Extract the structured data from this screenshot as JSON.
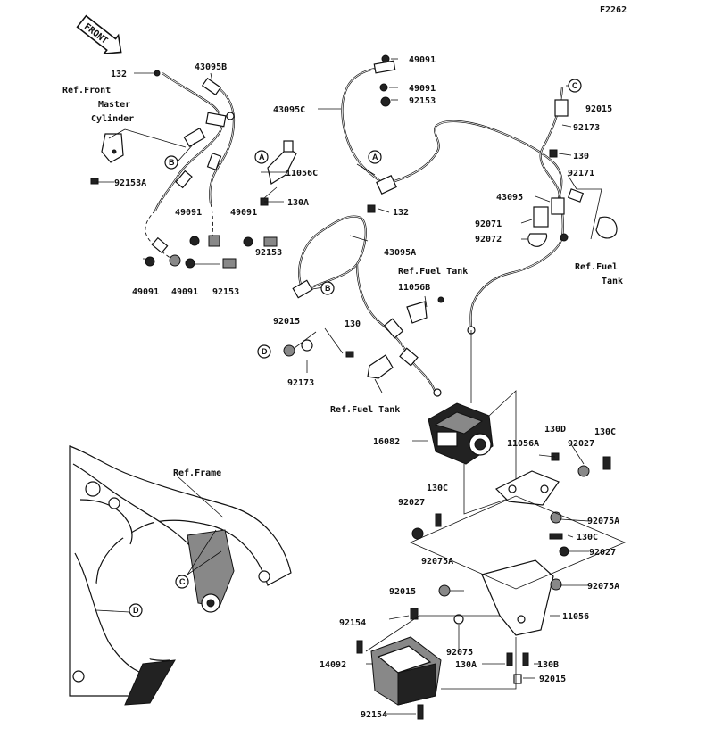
{
  "figure_code": "F2262",
  "front_badge": "FRONT",
  "callouts": {
    "p_132_top": "132",
    "p_43095B": "43095B",
    "ref_front_master": "Ref.Front\nMaster\nCylinder",
    "p_92153A": "92153A",
    "p_11056C": "11056C",
    "p_130A": "130A",
    "p_49091_a": "49091",
    "p_49091_b": "49091",
    "p_49091_c": "49091",
    "p_49091_d": "49091",
    "p_92153_left": "92153",
    "p_92153_left2": "92153",
    "p_49091_top": "49091",
    "p_49091_top2": "49091",
    "p_92153_top": "92153",
    "p_43095C": "43095C",
    "p_132_mid": "132",
    "p_43095A": "43095A",
    "ref_fuel_tank_1": "Ref.Fuel Tank",
    "p_11056B": "11056B",
    "p_92015_mid": "92015",
    "p_130_mid": "130",
    "p_92173_mid": "92173",
    "ref_fuel_tank_2": "Ref.Fuel Tank",
    "p_92015_right": "92015",
    "p_92173_right": "92173",
    "p_130_right": "130",
    "p_92171": "92171",
    "p_43095": "43095",
    "p_92071": "92071",
    "p_92072": "92072",
    "ref_fuel_tank_3": "Ref.Fuel\nTank",
    "p_16082": "16082",
    "p_11056A": "11056A",
    "p_130D": "130D",
    "p_92027_top": "92027",
    "p_130C_top": "130C",
    "ref_frame": "Ref.Frame",
    "p_130C_mid": "130C",
    "p_92027_left": "92027",
    "p_92075A_1": "92075A",
    "p_130C_right": "130C",
    "p_92027_right": "92027",
    "p_92075A_2": "92075A",
    "p_92015_low": "92015",
    "p_92075A_3": "92075A",
    "p_11056": "11056",
    "p_92154_top": "92154",
    "p_92075": "92075",
    "p_14092": "14092",
    "p_130A_low": "130A",
    "p_130B": "130B",
    "p_92015_bottom": "92015",
    "p_92154_bottom": "92154"
  },
  "ref_markers": {
    "A1": "A",
    "A2": "A",
    "B1": "B",
    "B2": "B",
    "C1": "C",
    "C2": "C",
    "D1": "D",
    "D2": "D"
  }
}
